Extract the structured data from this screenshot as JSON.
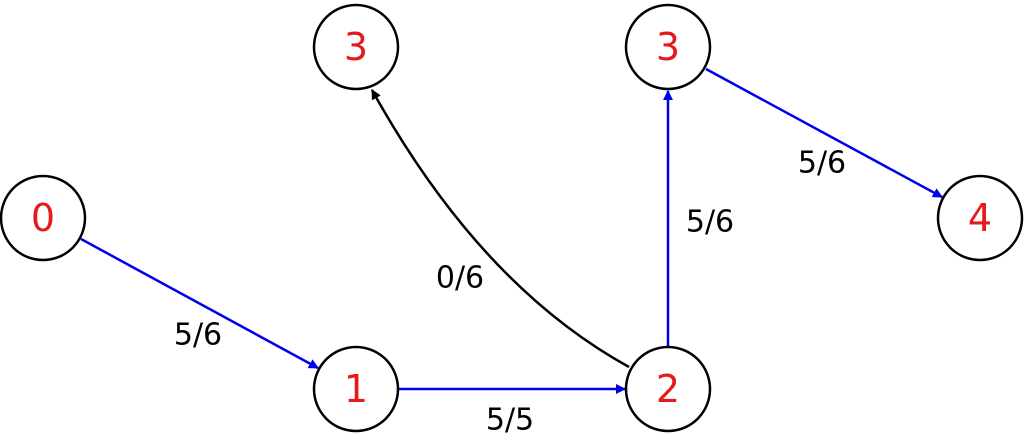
{
  "colors": {
    "flow_edge": "#0000ee",
    "zero_edge": "#000000",
    "node_label": "#e41a1c"
  },
  "nodes": [
    {
      "id": "a",
      "label": "0"
    },
    {
      "id": "b",
      "label": "1"
    },
    {
      "id": "c",
      "label": "2"
    },
    {
      "id": "d",
      "label": "3"
    },
    {
      "id": "e",
      "label": "3"
    },
    {
      "id": "f",
      "label": "4"
    }
  ],
  "edges": [
    {
      "from": "0",
      "to": "1",
      "label": "5/6"
    },
    {
      "from": "1",
      "to": "2",
      "label": "5/5"
    },
    {
      "from": "2",
      "to": "3 (left)",
      "label": "0/6"
    },
    {
      "from": "2",
      "to": "3 (right)",
      "label": "5/6"
    },
    {
      "from": "3 (right)",
      "to": "4",
      "label": "5/6"
    }
  ]
}
